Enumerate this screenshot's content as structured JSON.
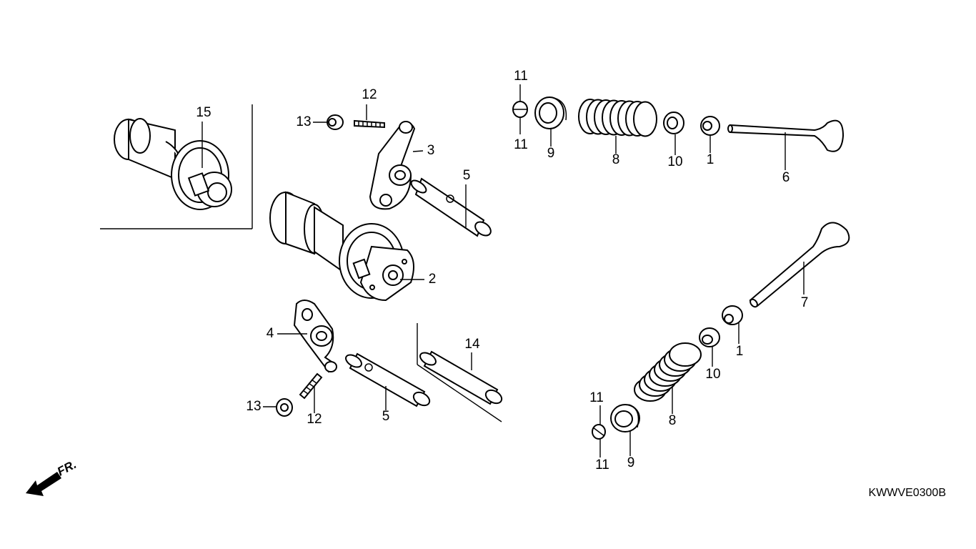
{
  "diagram": {
    "code": "KWWVE0300B",
    "direction_label": "FR.",
    "callouts": {
      "c1a": "1",
      "c1b": "1",
      "c2": "2",
      "c3": "3",
      "c4": "4",
      "c5a": "5",
      "c5b": "5",
      "c6": "6",
      "c7": "7",
      "c8a": "8",
      "c8b": "8",
      "c9a": "9",
      "c9b": "9",
      "c10a": "10",
      "c10b": "10",
      "c11a": "11",
      "c11b": "11",
      "c11c": "11",
      "c11d": "11",
      "c12a": "12",
      "c12b": "12",
      "c13a": "13",
      "c13b": "13",
      "c14": "14",
      "c15": "15"
    }
  }
}
